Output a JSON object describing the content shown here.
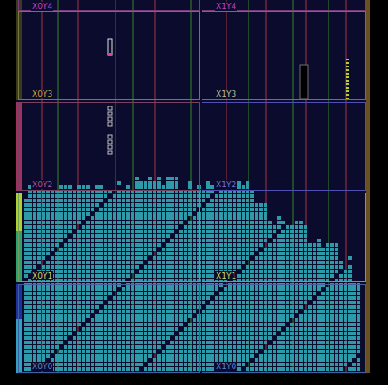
{
  "diagram": {
    "nodes": [
      {
        "text": [
          "X0Y4"
        ]
      },
      {
        "text": [
          "X1Y4"
        ]
      },
      {
        "text": [
          "X0Y3"
        ]
      },
      {
        "text": [
          "X1Y3"
        ]
      },
      {
        "text": [
          "X0Y2"
        ]
      },
      {
        "text": [
          "X1Y2"
        ]
      },
      {
        "text": [
          "X0Y1"
        ]
      },
      {
        "text": [
          "X1Y1"
        ]
      },
      {
        "text": [
          "X0Y0"
        ]
      },
      {
        "text": [
          "X1Y0"
        ]
      }
    ]
  }
}
